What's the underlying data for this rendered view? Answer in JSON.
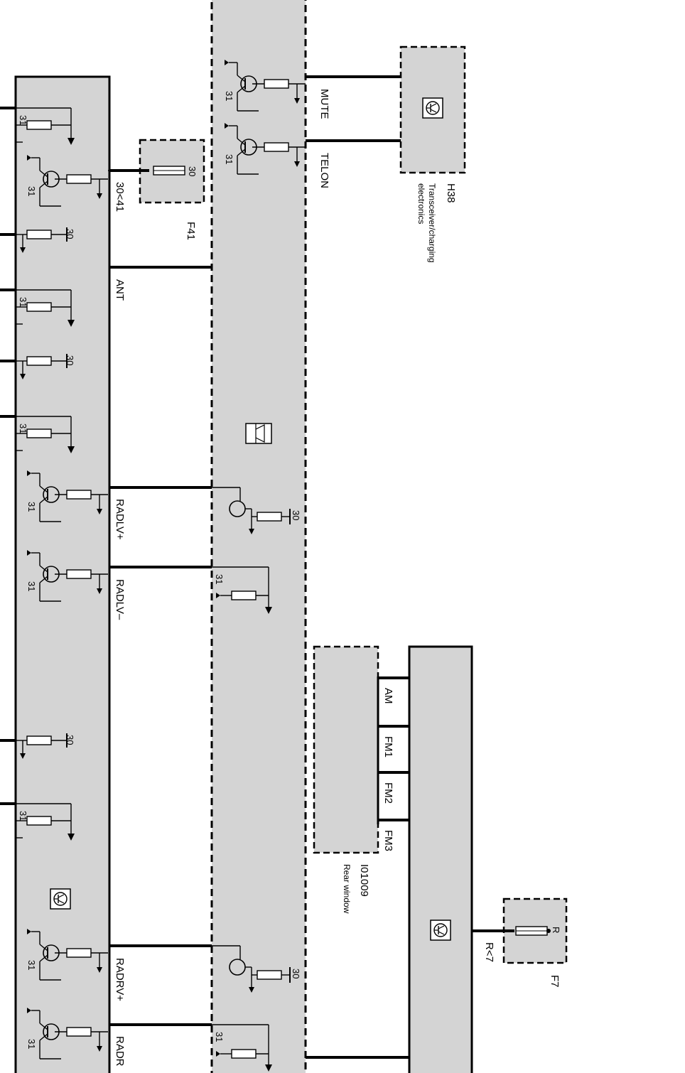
{
  "colors": {
    "module_fill": "#d4d4d4",
    "line": "#000000",
    "background": "#ffffff"
  },
  "terminals": {
    "t30": "30",
    "t31": "31",
    "tR": "R"
  },
  "signals": {
    "mute": "MUTE",
    "telon": "TELON",
    "fuse_30_41": "30<41",
    "ant": "ANT",
    "radlv_plus": "RADLV+",
    "radlv_minus": "RADLV–",
    "radrv_plus": "RADRV+",
    "radr_cut": "RADR",
    "am": "AM",
    "fm1": "FM1",
    "fm2": "FM2",
    "fm3": "FM3",
    "fuse_r_7": "R<7"
  },
  "components": {
    "h38": {
      "id": "H38",
      "desc_line1": "Transceiver/charging",
      "desc_line2": "electronics"
    },
    "f41": {
      "id": "F41"
    },
    "f7": {
      "id": "F7"
    },
    "rear_window": {
      "id": "I01009",
      "desc": "Rear window"
    }
  },
  "icons": [
    "loudspeaker-icon",
    "amplifier-icon",
    "antenna-amplifier-icon",
    "control-unit-icon"
  ]
}
